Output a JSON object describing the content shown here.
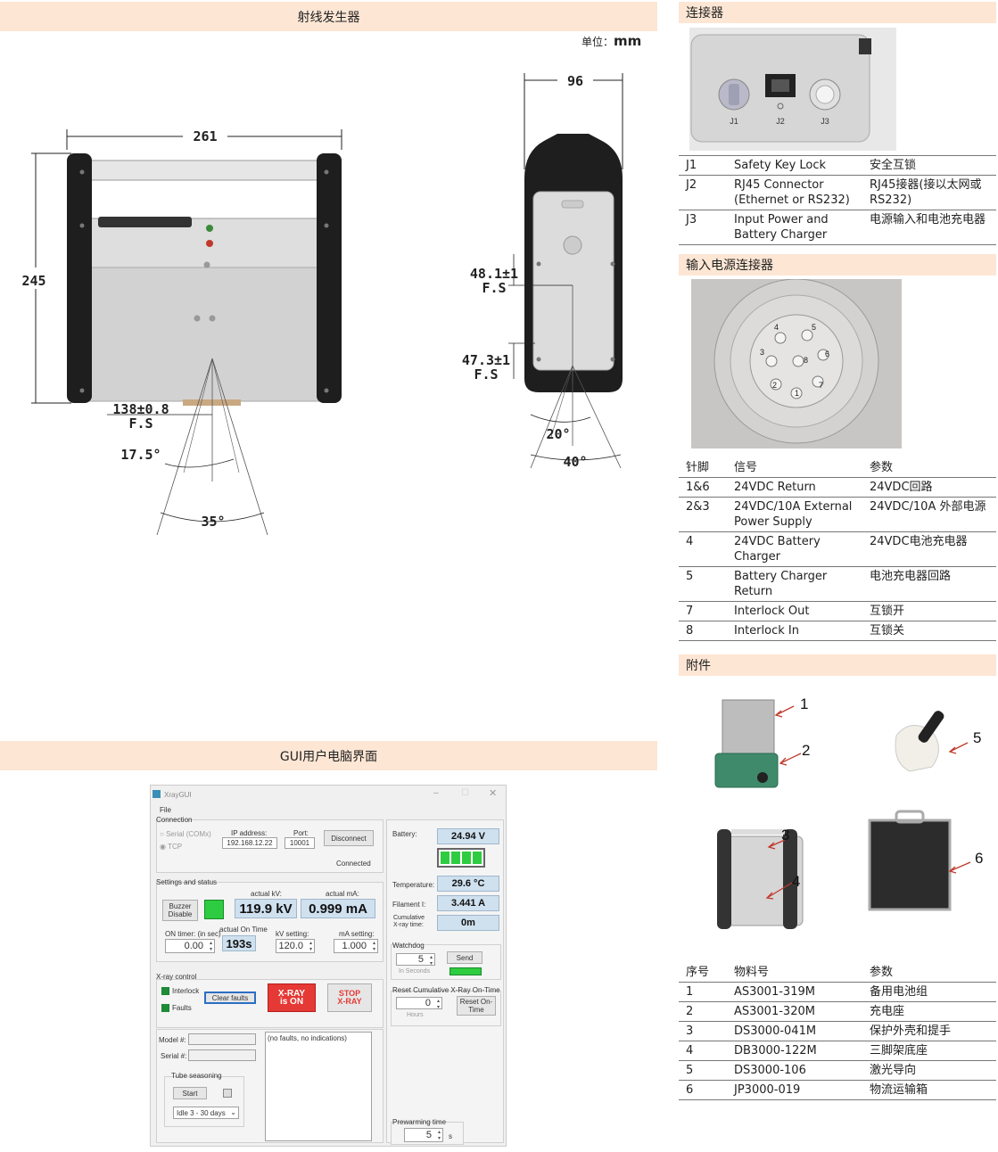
{
  "sections": {
    "generator_title": "射线发生器",
    "gui_title": "GUI用户电脑界面",
    "connector_title": "连接器",
    "power_title": "输入电源连接器",
    "accessory_title": "附件"
  },
  "units": {
    "prefix": "单位：",
    "value": "mm"
  },
  "front_view": {
    "width": "261",
    "height": "245",
    "focus": "138±0.8",
    "focus_sub": "F.S",
    "angle_half": "17.5°",
    "angle_full": "35°"
  },
  "side_view": {
    "depth": "96",
    "focus_top": "48.1±1",
    "focus_top_sub": "F.S",
    "focus_bottom": "47.3±1",
    "focus_bottom_sub": "F.S",
    "angle_half": "20°",
    "angle_full": "40°"
  },
  "connector_photo_labels": [
    "J1",
    "J2",
    "J3"
  ],
  "connectors": [
    {
      "id": "J1",
      "en": "Safety Key Lock",
      "cn": "安全互锁"
    },
    {
      "id": "J2",
      "en": "RJ45 Connector (Ethernet or RS232)",
      "cn": "RJ45接器(接以太网或RS232)"
    },
    {
      "id": "J3",
      "en": "Input Power and Battery Charger",
      "cn": "电源输入和电池充电器"
    }
  ],
  "pin_photo_labels": [
    "1",
    "2",
    "3",
    "4",
    "5",
    "6",
    "7",
    "8"
  ],
  "pins_header": {
    "pin": "针脚",
    "signal": "信号",
    "param": "参数"
  },
  "pins": [
    {
      "pin": "1&6",
      "signal": "24VDC Return",
      "param": "24VDC回路"
    },
    {
      "pin": "2&3",
      "signal": "24VDC/10A External Power Supply",
      "param": "24VDC/10A 外部电源"
    },
    {
      "pin": "4",
      "signal": "24VDC Battery Charger",
      "param": "24VDC电池充电器"
    },
    {
      "pin": "5",
      "signal": "Battery Charger Return",
      "param": "电池充电器回路"
    },
    {
      "pin": "7",
      "signal": "Interlock Out",
      "param": "互锁开"
    },
    {
      "pin": "8",
      "signal": "Interlock In",
      "param": "互锁关"
    }
  ],
  "accessory_photo_labels": [
    "1",
    "2",
    "3",
    "4",
    "5",
    "6"
  ],
  "parts_header": {
    "no": "序号",
    "part": "物料号",
    "param": "参数"
  },
  "parts": [
    {
      "no": "1",
      "part": "AS3001-319M",
      "param": "备用电池组"
    },
    {
      "no": "2",
      "part": "AS3001-320M",
      "param": "充电座"
    },
    {
      "no": "3",
      "part": "DS3000-041M",
      "param": "保护外壳和提手"
    },
    {
      "no": "4",
      "part": "DB3000-122M",
      "param": "三脚架底座"
    },
    {
      "no": "5",
      "part": "DS3000-106",
      "param": "激光导向"
    },
    {
      "no": "6",
      "part": "JP3000-019",
      "param": "物流运输箱"
    }
  ],
  "gui": {
    "title": "XrayGUI",
    "menu_file": "File",
    "connection": "Connection",
    "serial": "Serial (COMx)",
    "tcp": "TCP",
    "ip_label": "IP address:",
    "ip_value": "192.168.12.22",
    "port_label": "Port:",
    "port_value": "10001",
    "disconnect": "Disconnect",
    "connected": "Connected",
    "battery_label": "Battery:",
    "battery_value": "24.94 V",
    "settings": "Settings and status",
    "actual_kv_label": "actual kV:",
    "actual_ma_label": "actual mA:",
    "actual_kv": "119.9 kV",
    "actual_ma": "0.999 mA",
    "buzzer": "Buzzer Disable",
    "temperature_label": "Temperature:",
    "temperature": "29.6 °C",
    "filament_label": "Filament I:",
    "filament": "3.441 A",
    "cumulative_label": "Cumulative X-ray time:",
    "cumulative": "0m",
    "on_timer_label": "ON timer: (in sec)",
    "on_timer": "0.00",
    "actual_on_time_label": "actual On Time",
    "actual_on_time": "193s",
    "kv_setting_label": "kV setting:",
    "kv_setting": "120.0",
    "ma_setting_label": "mA setting:",
    "ma_setting": "1.000",
    "watchdog": "Watchdog",
    "watchdog_value": "5",
    "in_seconds": "In Seconds",
    "send": "Send",
    "xray_control": "X-ray control",
    "interlock": "Interlock",
    "faults": "Faults",
    "clear_faults": "Clear faults",
    "xray_on_1": "X-RAY",
    "xray_on_2": "is ON",
    "stop_1": "STOP",
    "stop_2": "X-RAY",
    "reset_cum_label": "Reset Cumulative X-Ray On-Time",
    "reset_value": "0",
    "hours": "Hours",
    "reset_btn": "Reset On-Time",
    "model_label": "Model #:",
    "serial_label": "Serial #:",
    "fault_text": "(no faults, no indications)",
    "tube_seasoning": "Tube seasoning",
    "start": "Start",
    "idle_option": "Idle 3 - 30 days",
    "prewarming": "Prewarming time",
    "prewarming_value": "5",
    "seconds_unit": "s"
  }
}
